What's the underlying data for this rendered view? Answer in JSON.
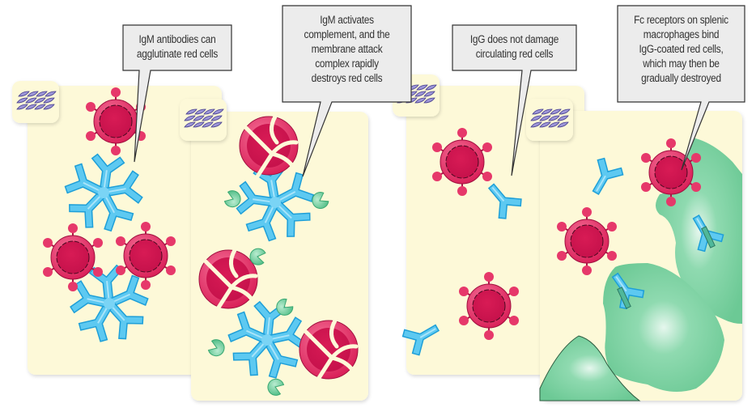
{
  "figure": {
    "panels": [
      {
        "id": "igm-agglutination",
        "caption": "IgM antibodies can agglutinate red cells",
        "caption_lines": [
          "IgM antibodies can",
          "agglutinate red cells"
        ]
      },
      {
        "id": "igm-complement",
        "caption": "IgM activates complement, and the membrane attack complex rapidly destroys red cells",
        "caption_lines": [
          "IgM activates",
          "complement, and the",
          "membrane attack",
          "complex rapidly",
          "destroys red cells"
        ]
      },
      {
        "id": "igg-no-damage",
        "caption": "IgG does not damage circulating red cells",
        "caption_lines": [
          "IgG does not damage",
          "circulating red cells"
        ]
      },
      {
        "id": "igg-fc-receptor",
        "caption": "Fc receptors on splenic macrophages bind IgG-coated red cells, which may then be gradually destroyed",
        "caption_lines": [
          "Fc receptors on splenic",
          "macrophages bind",
          "IgG-coated red cells,",
          "which may then be",
          "gradually destroyed"
        ]
      }
    ],
    "colors": {
      "panel_bg": "#fdf9d8",
      "red_cell": "#d81b55",
      "antibody": "#4fc3ef",
      "complement": "#6ccf9a",
      "macrophage": "#6fcd98",
      "callout_bg": "#ececec",
      "tissue_icon": "#9d96d8"
    }
  }
}
